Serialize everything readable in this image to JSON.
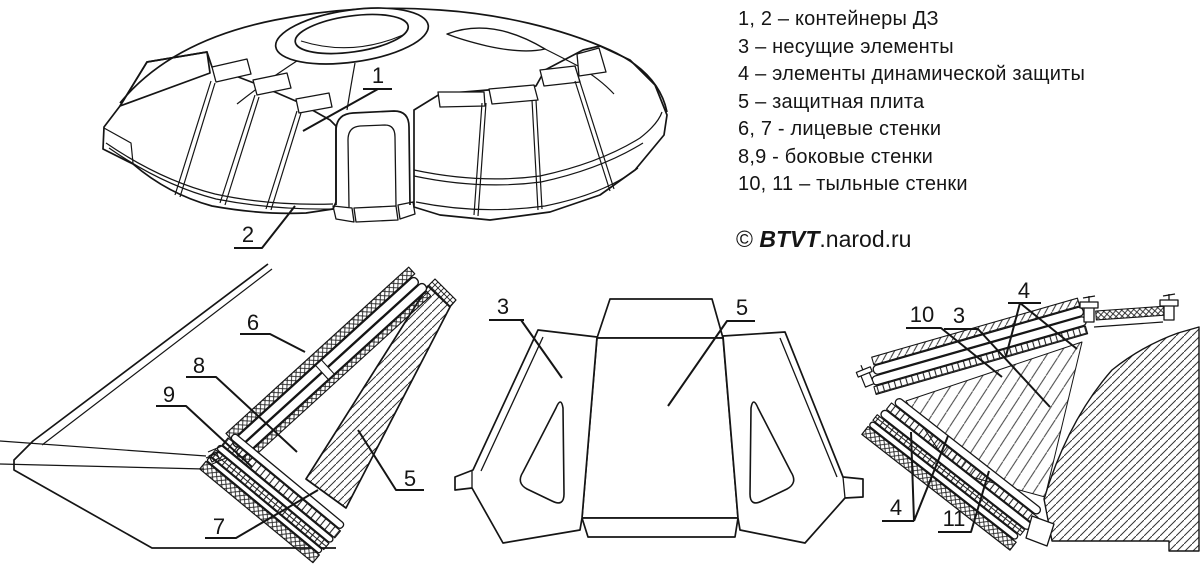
{
  "colors": {
    "ink": "#151515",
    "background": "#ffffff"
  },
  "legend": {
    "items": [
      "1, 2 – контейнеры ДЗ",
      "3 – несущие элементы",
      "4 – элементы динамической защиты",
      "5 – защитная плита",
      "6, 7 - лицевые стенки",
      "8,9 - боковые стенки",
      "10, 11 – тыльные стенки"
    ]
  },
  "copyright": {
    "symbol": "©",
    "brand": "BTVT",
    "suffix": ".narod.ru"
  },
  "figures": {
    "turret": {
      "callouts": {
        "c1": "1",
        "c2": "2"
      }
    },
    "wedge_cutaway": {
      "callouts": {
        "c6": "6",
        "c8": "8",
        "c9": "9",
        "c7": "7",
        "c5": "5"
      }
    },
    "plate_assembly": {
      "callouts": {
        "c3": "3",
        "c5": "5"
      }
    },
    "mounting_section": {
      "callouts": {
        "c4_top": "4",
        "c10": "10",
        "c3": "3",
        "c4_bottom": "4",
        "c11": "11"
      }
    }
  }
}
